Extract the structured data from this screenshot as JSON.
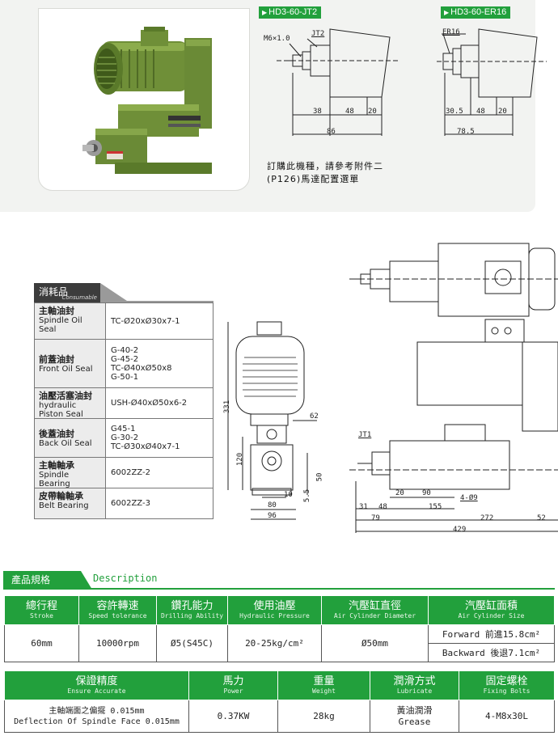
{
  "product": {
    "photo_alt": "",
    "models": [
      {
        "name": "HD3-60-JT2"
      },
      {
        "name": "HD3-60-ER16"
      }
    ],
    "jt2_drawing": {
      "thread": "M6×1.0",
      "label": "JT2",
      "dims": [
        "38",
        "48",
        "20",
        "86"
      ]
    },
    "er16_drawing": {
      "label": "ER16",
      "dims": [
        "30.5",
        "48",
        "20",
        "78.5"
      ]
    },
    "note_lines": [
      "訂購此機種，請參考附件二",
      "(P126)馬達配置選單"
    ]
  },
  "consumables": {
    "title_zh": "消耗品",
    "title_en": "Consumable",
    "rows": [
      {
        "label_zh": "主軸油封",
        "label_en": "Spindle Oil Seal",
        "value": "TC-Ø20xØ30x7-1"
      },
      {
        "label_zh": "前蓋油封",
        "label_en": "Front Oil Seal",
        "value": "G-40-2\nG-45-2\nTC-Ø40xØ50x8\nG-50-1"
      },
      {
        "label_zh": "油壓活塞油封",
        "label_en": "hydraulic Piston Seal",
        "value": "USH-Ø40xØ50x6-2"
      },
      {
        "label_zh": "後蓋油封",
        "label_en": "Back Oil Seal",
        "value": "G45-1\nG-30-2\nTC-Ø30xØ40x7-1"
      },
      {
        "label_zh": "主軸軸承",
        "label_en": "Spindle Bearing",
        "value": "6002ZZ-2"
      },
      {
        "label_zh": "皮帶輪軸承",
        "label_en": "Belt Bearing",
        "value": "6002ZZ-3"
      }
    ]
  },
  "front_drawing": {
    "dims": [
      "331",
      "120",
      "62",
      "50",
      "5.5",
      "10",
      "80",
      "96"
    ]
  },
  "side_drawing": {
    "label": "JT1",
    "hole": "4-Ø9",
    "dims": [
      "20",
      "90",
      "155",
      "31",
      "48",
      "79",
      "272",
      "52",
      "429"
    ]
  },
  "description": {
    "title_zh": "產品規格",
    "title_en": "Description",
    "table1": {
      "headers": [
        {
          "zh": "總行程",
          "en": "Stroke"
        },
        {
          "zh": "容許轉速",
          "en": "Speed tolerance"
        },
        {
          "zh": "鑽孔能力",
          "en": "Drilling Ability"
        },
        {
          "zh": "使用油壓",
          "en": "Hydraulic Pressure"
        },
        {
          "zh": "汽壓缸直徑",
          "en": "Air Cylinder Diameter"
        },
        {
          "zh": "汽壓缸面積",
          "en": "Air Cylinder Size"
        }
      ],
      "values": {
        "stroke": "60mm",
        "speed": "10000rpm",
        "drilling": "Ø5(S45C)",
        "pressure": "20-25kg/cm²",
        "diameter": "Ø50mm",
        "forward": "Forward 前進15.8cm²",
        "backward": "Backward 後退7.1cm²"
      }
    },
    "table2": {
      "headers": [
        {
          "zh": "保證精度",
          "en": "Ensure Accurate"
        },
        {
          "zh": "馬力",
          "en": "Power"
        },
        {
          "zh": "重量",
          "en": "Weight"
        },
        {
          "zh": "潤滑方式",
          "en": "Lubricate"
        },
        {
          "zh": "固定螺栓",
          "en": "Fixing Bolts"
        }
      ],
      "values": {
        "accuracy_zh": "主軸端面之偏擺 0.015mm",
        "accuracy_en": "Deflection Of Spindle Face 0.015mm",
        "power": "0.37KW",
        "weight": "28kg",
        "lube_zh": "黃油潤滑",
        "lube_en": "Grease",
        "bolts": "4-M8x30L"
      }
    }
  }
}
